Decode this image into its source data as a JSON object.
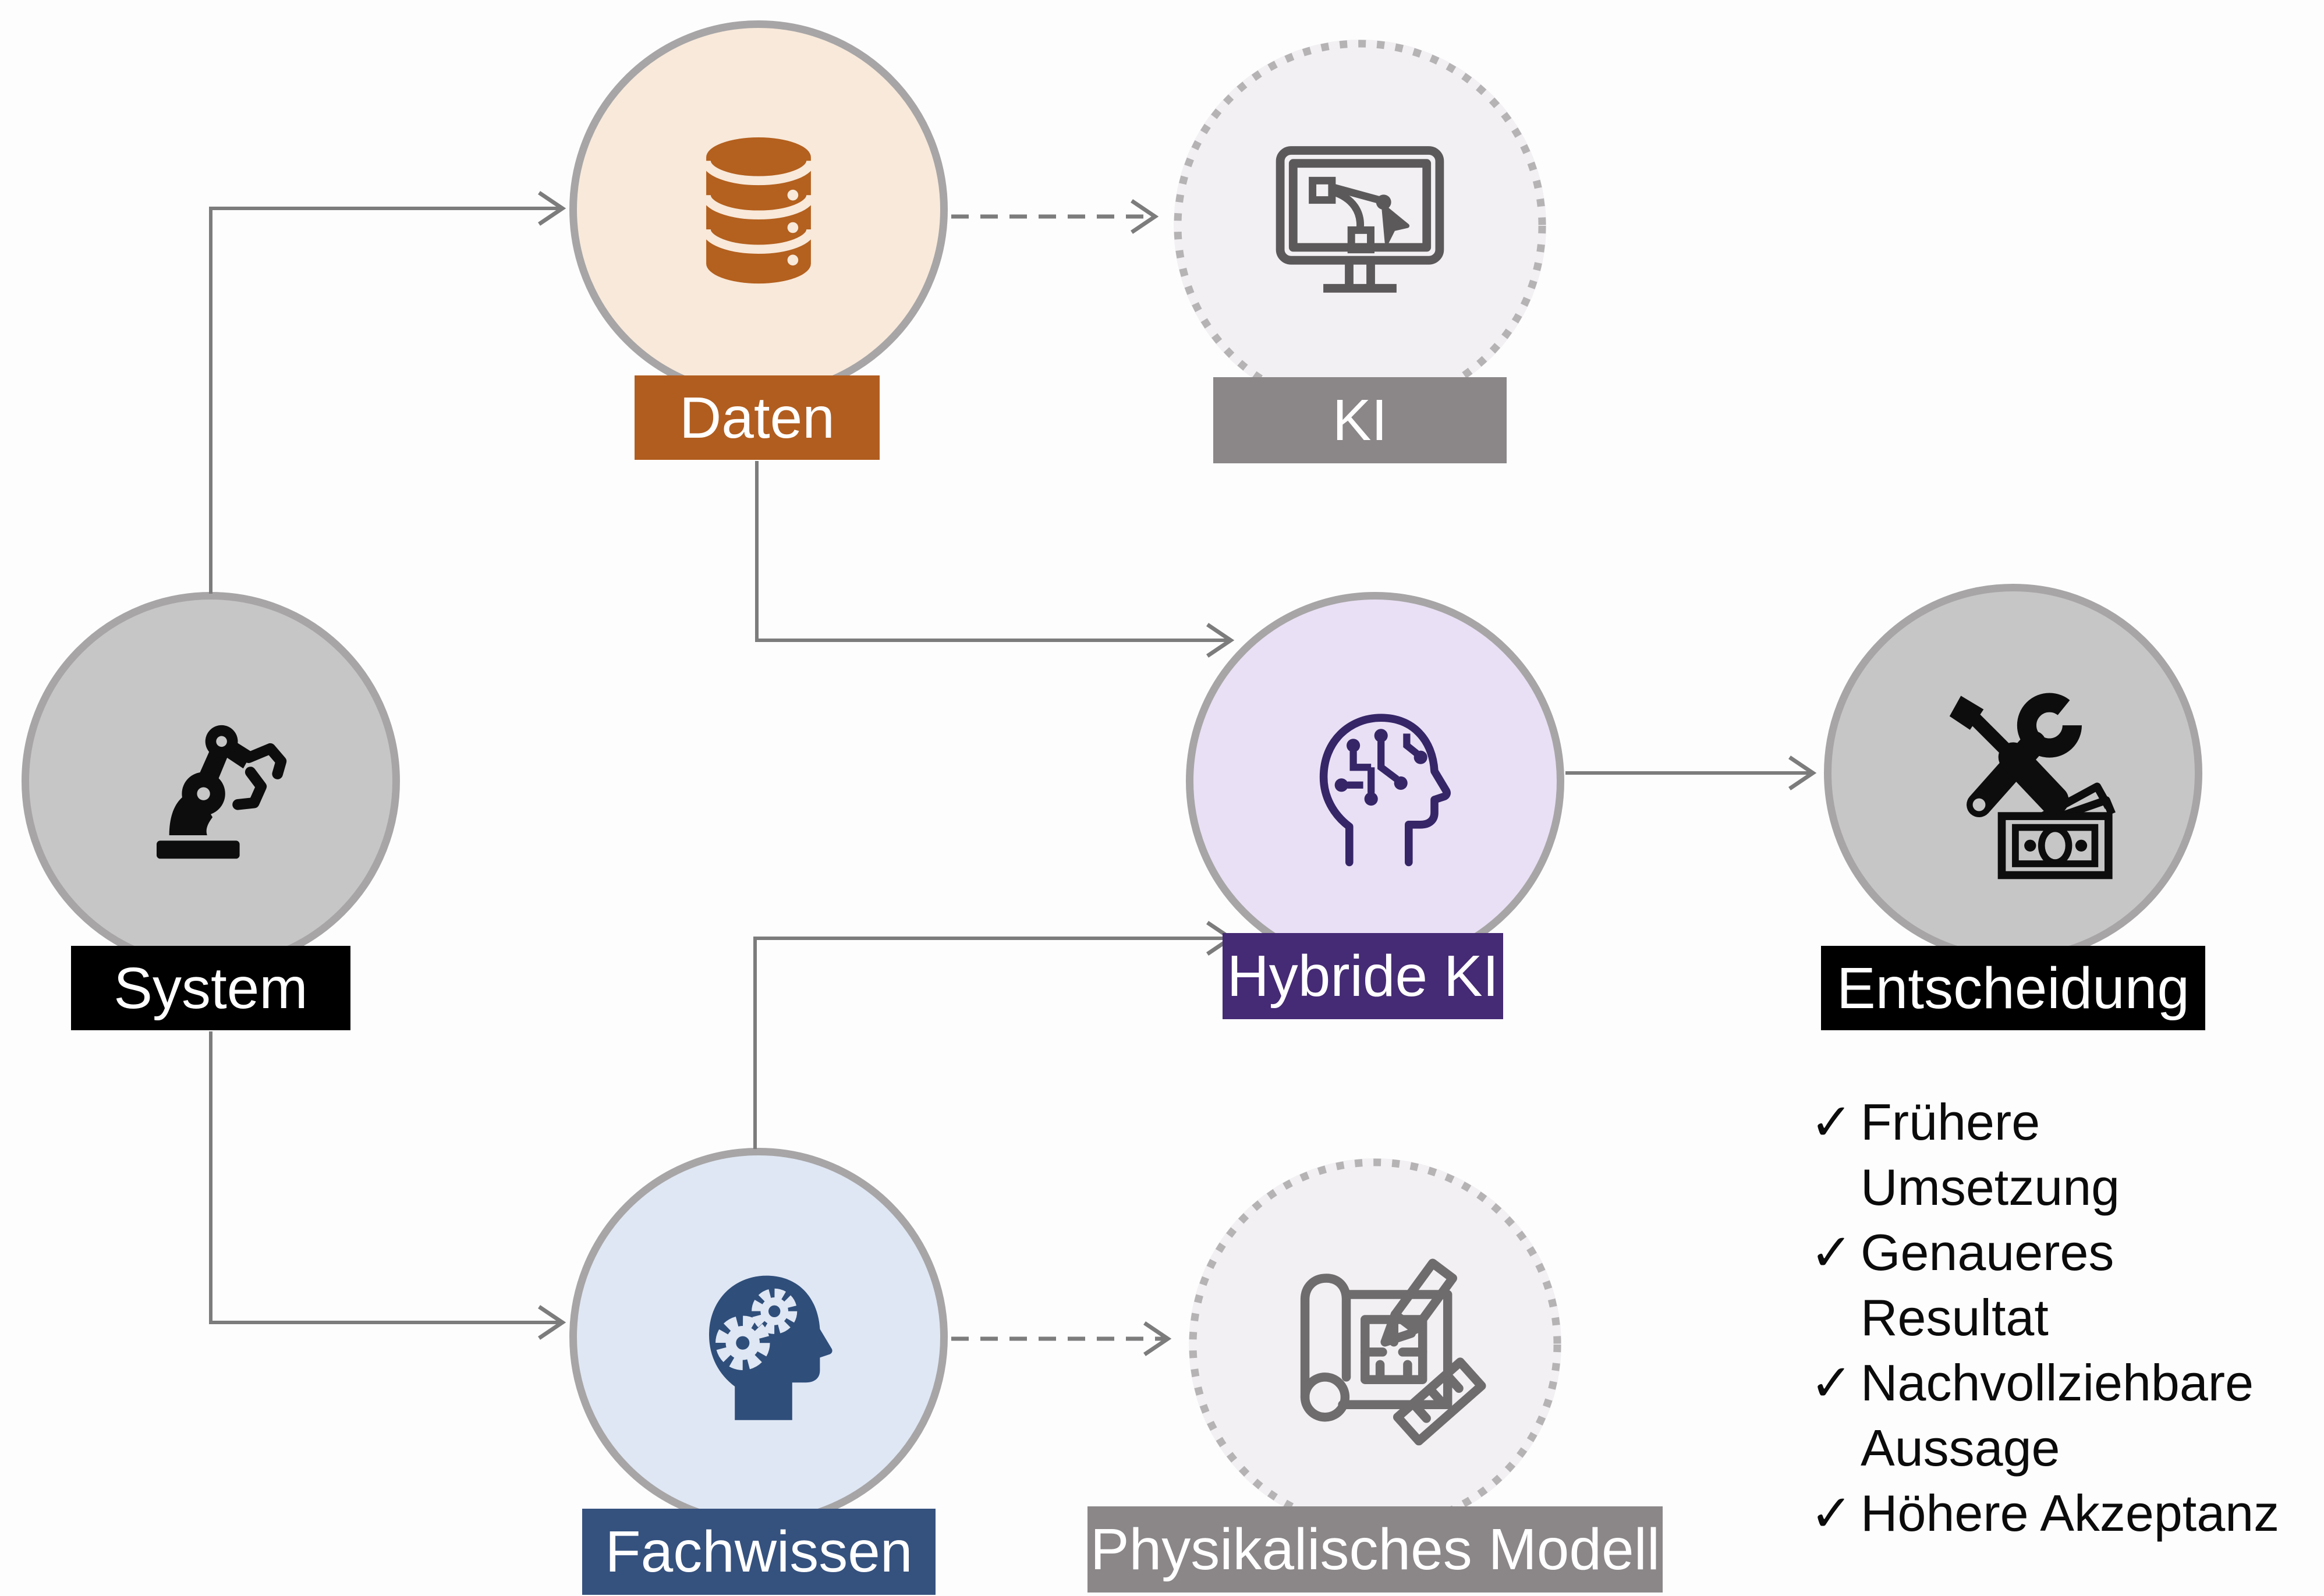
{
  "diagram": {
    "nodes": {
      "system": {
        "label": "System",
        "icon": "robot-arm-icon",
        "fill": "#c7c6c6",
        "accent": "#000000"
      },
      "daten": {
        "label": "Daten",
        "icon": "database-icon",
        "fill": "#f8e9da",
        "accent": "#b15d1f"
      },
      "ki": {
        "label": "KI",
        "icon": "monitor-vector-icon",
        "fill": "#f2f0f2",
        "accent": "#8b8789"
      },
      "hybride_ki": {
        "label": "Hybride KI",
        "icon": "head-circuit-icon",
        "fill": "#e9e0f5",
        "accent": "#452a75"
      },
      "entscheidung": {
        "label": "Entscheidung",
        "icon": "tools-money-icon",
        "fill": "#c7c6c6",
        "accent": "#000000"
      },
      "fachwissen": {
        "label": "Fachwissen",
        "icon": "head-gears-icon",
        "fill": "#dfe7f4",
        "accent": "#35517e"
      },
      "physikalisches_modell": {
        "label": "Physikalisches Modell",
        "icon": "blueprint-icon",
        "fill": "#f2f0f2",
        "accent": "#8b8789"
      }
    },
    "connections": [
      {
        "from": "system",
        "to": "daten",
        "style": "solid"
      },
      {
        "from": "system",
        "to": "fachwissen",
        "style": "solid"
      },
      {
        "from": "daten",
        "to": "ki",
        "style": "dashed"
      },
      {
        "from": "daten",
        "to": "hybride_ki",
        "style": "solid"
      },
      {
        "from": "fachwissen",
        "to": "hybride_ki",
        "style": "solid"
      },
      {
        "from": "fachwissen",
        "to": "physikalisches_modell",
        "style": "dashed"
      },
      {
        "from": "hybride_ki",
        "to": "entscheidung",
        "style": "solid"
      }
    ],
    "benefits": {
      "check_glyph": "✓",
      "items": [
        {
          "text": "Frühere Umsetzung"
        },
        {
          "text": "Genaueres Resultat"
        },
        {
          "text": "Nachvollziehbare\nAussage"
        },
        {
          "text": "Höhere Akzeptanz"
        }
      ]
    },
    "colors": {
      "arrow_gray": "#7d7c7c",
      "dotted_ring_gray": "#b6b3b5",
      "circle_border_gray": "#a7a5a6"
    }
  }
}
